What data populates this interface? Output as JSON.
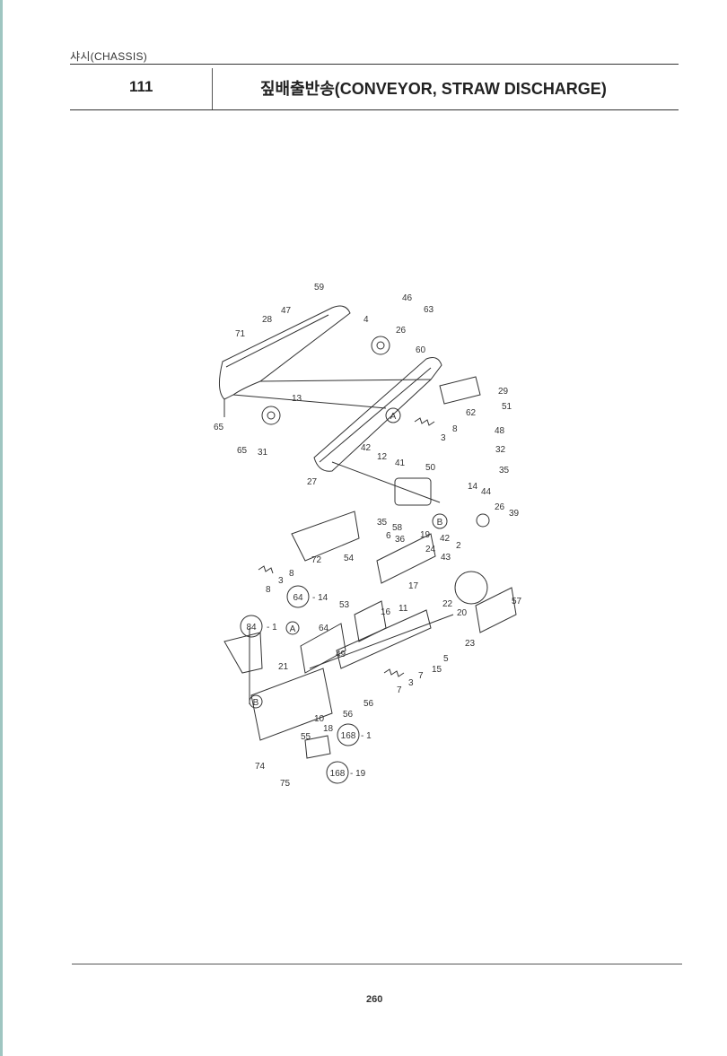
{
  "section": "샤시(CHASSIS)",
  "header": {
    "page_ref": "111",
    "title": "짚배출반송(CONVEYOR, STRAW DISCHARGE)"
  },
  "diagram": {
    "labels": [
      {
        "id": "59",
        "text": "59"
      },
      {
        "id": "46",
        "text": "46"
      },
      {
        "id": "47",
        "text": "47"
      },
      {
        "id": "63",
        "text": "63"
      },
      {
        "id": "28",
        "text": "28"
      },
      {
        "id": "4",
        "text": "4"
      },
      {
        "id": "71",
        "text": "71"
      },
      {
        "id": "26a",
        "text": "26"
      },
      {
        "id": "60",
        "text": "60"
      },
      {
        "id": "29",
        "text": "29"
      },
      {
        "id": "13",
        "text": "13"
      },
      {
        "id": "62",
        "text": "62"
      },
      {
        "id": "51",
        "text": "51"
      },
      {
        "id": "65a",
        "text": "65"
      },
      {
        "id": "8a",
        "text": "8"
      },
      {
        "id": "48",
        "text": "48"
      },
      {
        "id": "3a",
        "text": "3"
      },
      {
        "id": "32",
        "text": "32"
      },
      {
        "id": "65b",
        "text": "65"
      },
      {
        "id": "31",
        "text": "31"
      },
      {
        "id": "42a",
        "text": "42"
      },
      {
        "id": "12",
        "text": "12"
      },
      {
        "id": "41",
        "text": "41"
      },
      {
        "id": "35a",
        "text": "35"
      },
      {
        "id": "50",
        "text": "50"
      },
      {
        "id": "27",
        "text": "27"
      },
      {
        "id": "14a",
        "text": "14"
      },
      {
        "id": "44",
        "text": "44"
      },
      {
        "id": "26b",
        "text": "26"
      },
      {
        "id": "39",
        "text": "39"
      },
      {
        "id": "35b",
        "text": "35"
      },
      {
        "id": "58",
        "text": "58"
      },
      {
        "id": "6",
        "text": "6"
      },
      {
        "id": "36",
        "text": "36"
      },
      {
        "id": "19",
        "text": "19"
      },
      {
        "id": "42b",
        "text": "42"
      },
      {
        "id": "2",
        "text": "2"
      },
      {
        "id": "24",
        "text": "24"
      },
      {
        "id": "72",
        "text": "72"
      },
      {
        "id": "54",
        "text": "54"
      },
      {
        "id": "43",
        "text": "43"
      },
      {
        "id": "8b",
        "text": "8"
      },
      {
        "id": "3b",
        "text": "3"
      },
      {
        "id": "8c",
        "text": "8"
      },
      {
        "id": "14b",
        "text": "- 14"
      },
      {
        "id": "17",
        "text": "17"
      },
      {
        "id": "57",
        "text": "57"
      },
      {
        "id": "22",
        "text": "22"
      },
      {
        "id": "53",
        "text": "53"
      },
      {
        "id": "16",
        "text": "16"
      },
      {
        "id": "11",
        "text": "11"
      },
      {
        "id": "20",
        "text": "20"
      },
      {
        "id": "1",
        "text": "- 1"
      },
      {
        "id": "64",
        "text": "64"
      },
      {
        "id": "23",
        "text": "23"
      },
      {
        "id": "49",
        "text": "49"
      },
      {
        "id": "5",
        "text": "5"
      },
      {
        "id": "21",
        "text": "21"
      },
      {
        "id": "15",
        "text": "15"
      },
      {
        "id": "7a",
        "text": "7"
      },
      {
        "id": "3c",
        "text": "3"
      },
      {
        "id": "7b",
        "text": "7"
      },
      {
        "id": "56",
        "text": "56"
      },
      {
        "id": "10",
        "text": "10"
      },
      {
        "id": "56b",
        "text": "56"
      },
      {
        "id": "18",
        "text": "18"
      },
      {
        "id": "55",
        "text": "55"
      },
      {
        "id": "168a_sfx",
        "text": "- 1"
      },
      {
        "id": "74",
        "text": "74"
      },
      {
        "id": "75",
        "text": "75"
      },
      {
        "id": "168b_sfx",
        "text": "- 19"
      }
    ],
    "circled_refs": [
      {
        "id": "A1",
        "text": "A"
      },
      {
        "id": "B1",
        "text": "B"
      },
      {
        "id": "c64",
        "text": "64"
      },
      {
        "id": "c84",
        "text": "84"
      },
      {
        "id": "A2",
        "text": "A"
      },
      {
        "id": "B2",
        "text": "B"
      },
      {
        "id": "c168a",
        "text": "168"
      },
      {
        "id": "c168b",
        "text": "168"
      }
    ]
  },
  "footer": {
    "page_number": "260"
  }
}
